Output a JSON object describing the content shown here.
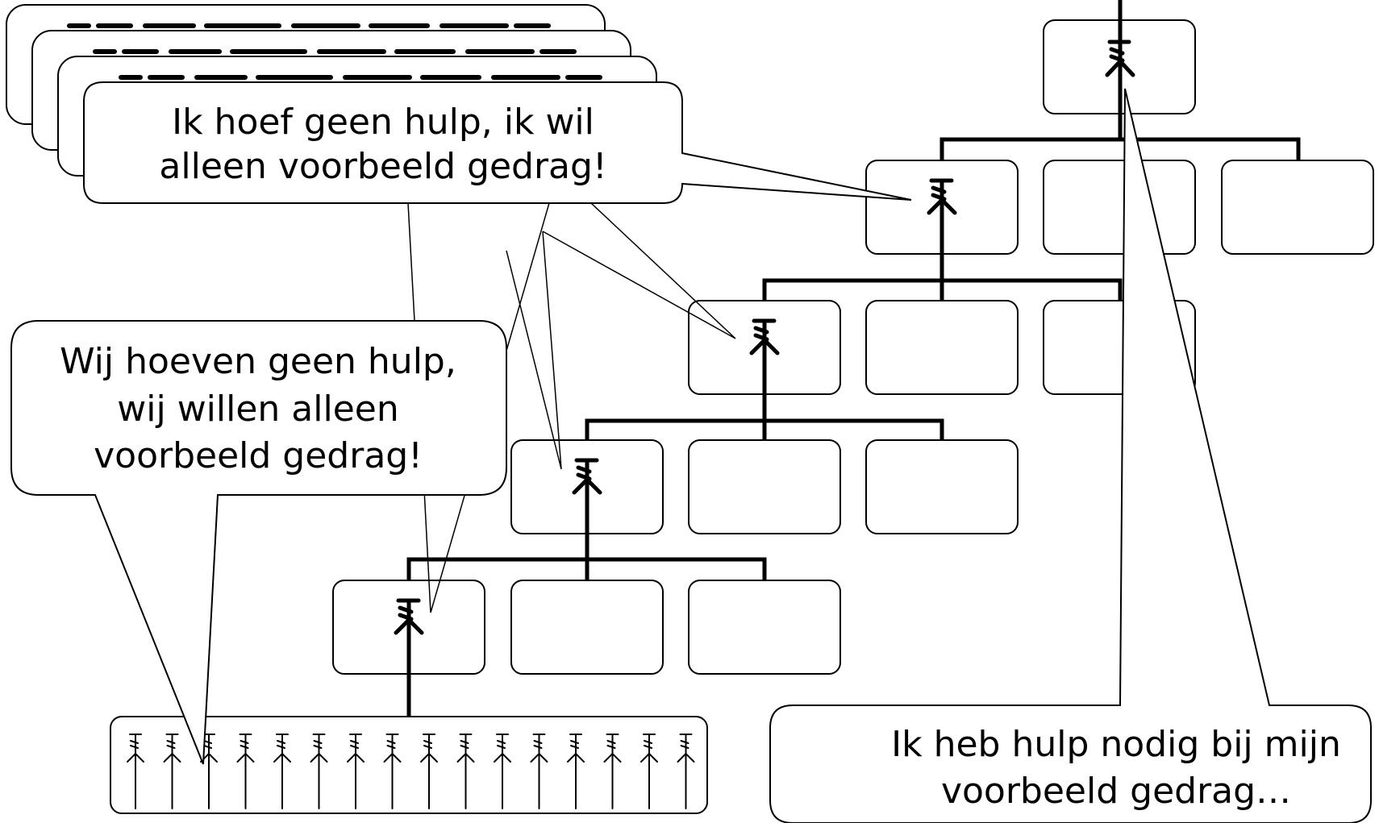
{
  "bubbles": {
    "top_leader": {
      "line1": "Ik hoef geen hulp, ik wil",
      "line2": "alleen voorbeeld gedrag!"
    },
    "middle_managers": {
      "line1": "Wij hoeven geen hulp,",
      "line2": "wij willen alleen",
      "line3": "voorbeeld gedrag!"
    },
    "ceo": {
      "line1": "Ik heb hulp nodig bij mijn",
      "line2": "voorbeeld gedrag…"
    }
  },
  "org": {
    "levels": 4,
    "team_size": 16
  },
  "colors": {
    "stroke": "#000000",
    "fill": "#ffffff"
  }
}
